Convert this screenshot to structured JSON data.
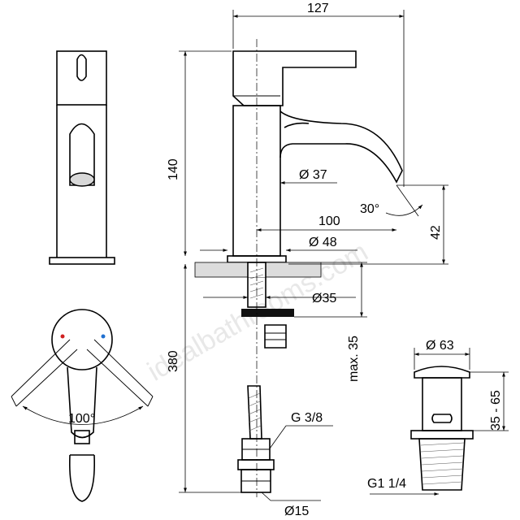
{
  "watermark": "idealbathrooms.com",
  "dimensions": {
    "width_total": "127",
    "height_total": "140",
    "body_dia": "Ø 37",
    "spout_reach": "100",
    "spout_angle": "30°",
    "spout_height": "42",
    "base_dia": "Ø 48",
    "hole_dia": "Ø35",
    "deck_thickness": "max. 35",
    "hose_length": "380",
    "hose_thread": "G 3/8",
    "hose_dia": "Ø15",
    "handle_rotation": "100°",
    "waste_dia": "Ø 63",
    "waste_height": "35 - 65",
    "waste_thread": "G1 1/4"
  }
}
